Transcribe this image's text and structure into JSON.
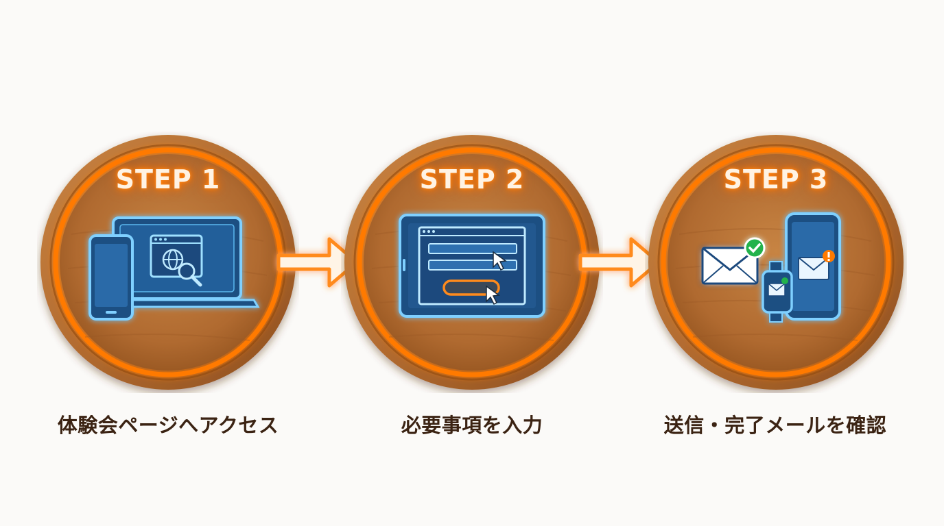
{
  "steps": [
    {
      "title": "STEP 1",
      "caption": "体験会ページへアクセス",
      "icon": "devices-web-search-icon"
    },
    {
      "title": "STEP 2",
      "caption": "必要事項を入力",
      "icon": "tablet-form-input-icon"
    },
    {
      "title": "STEP 3",
      "caption": "送信・完了メールを確認",
      "icon": "confirmation-mail-devices-icon"
    }
  ],
  "colors": {
    "accent_orange": "#ff7a00",
    "neon_blue": "#4db8ff",
    "wood": "#b06a30",
    "caption_text": "#3b2313",
    "success_green": "#22b24c"
  }
}
